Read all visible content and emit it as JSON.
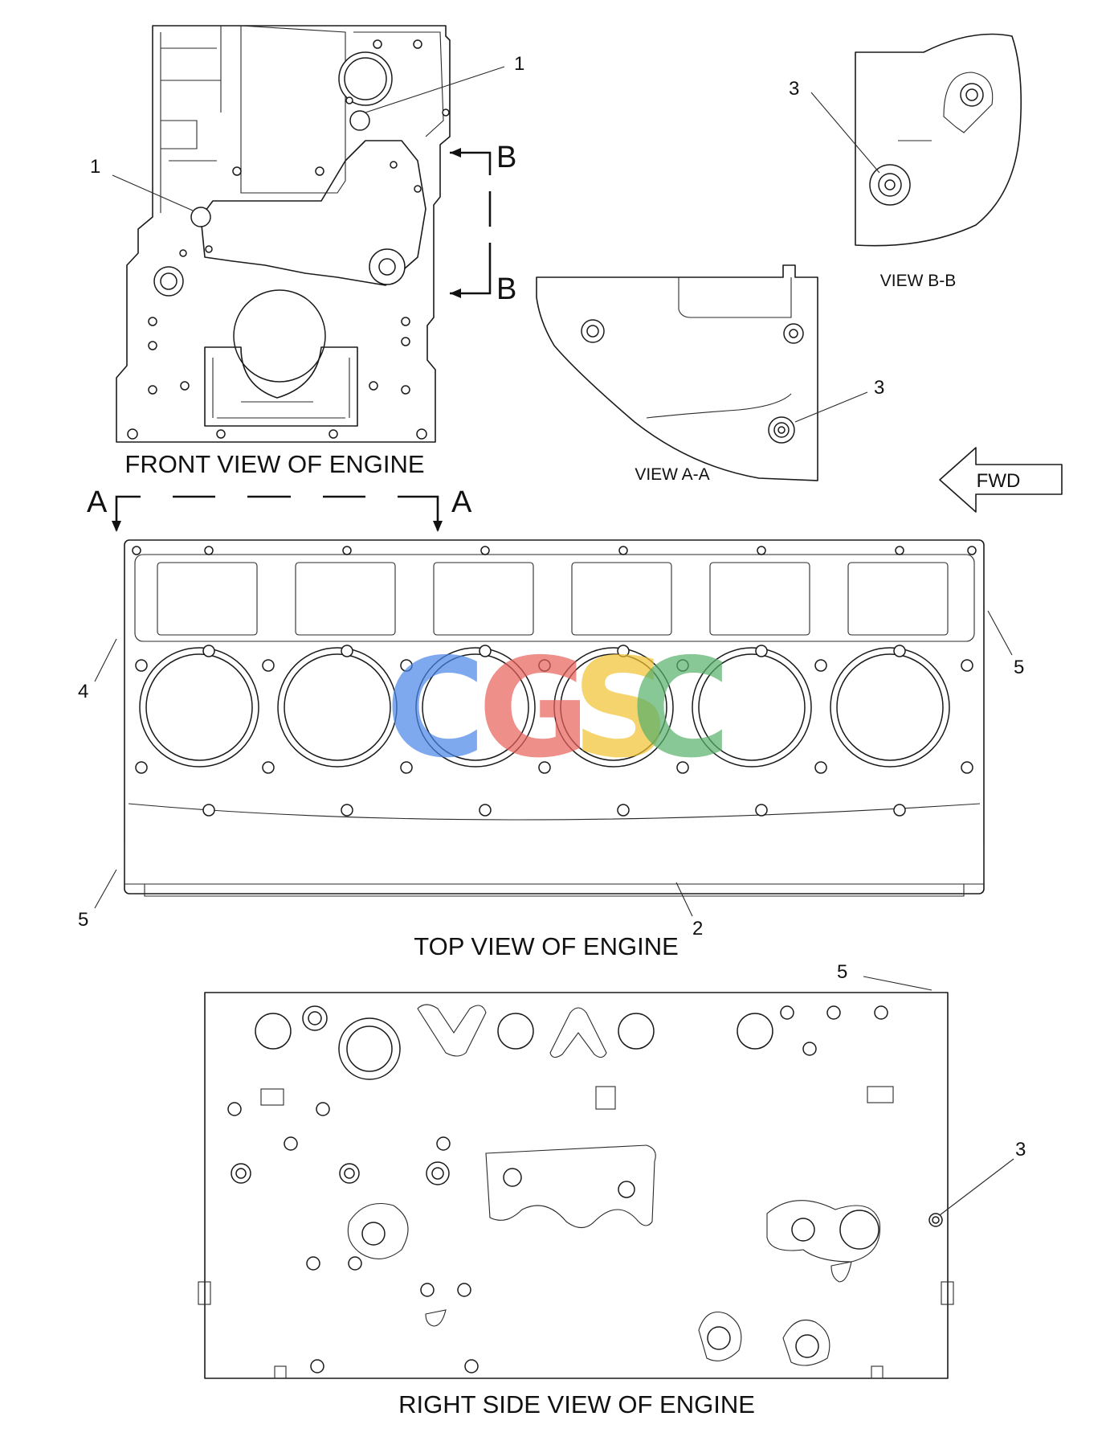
{
  "titles": {
    "front": "FRONT VIEW OF ENGINE",
    "top": "TOP VIEW OF ENGINE",
    "right": "RIGHT SIDE VIEW OF ENGINE",
    "view_aa": "VIEW A-A",
    "view_bb": "VIEW B-B"
  },
  "section_marks": {
    "a": "A",
    "b": "B"
  },
  "direction": {
    "label": "FWD"
  },
  "callouts": [
    "1",
    "2",
    "3",
    "4",
    "5"
  ],
  "watermark": {
    "letters": [
      "C",
      "G",
      "S",
      "C"
    ],
    "colors": [
      "#4a86e8",
      "#e8605a",
      "#f1c232",
      "#57b06a"
    ]
  }
}
